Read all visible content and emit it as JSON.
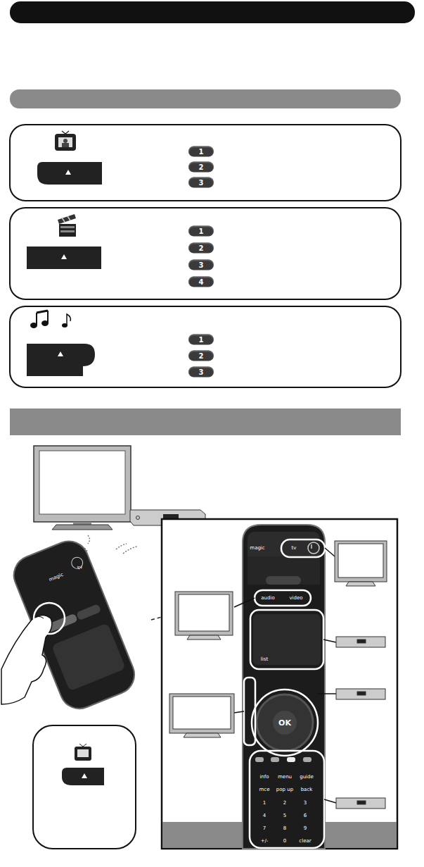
{
  "diagram": {
    "labels": [
      "1",
      "2",
      "3",
      "1",
      "2",
      "3",
      "4",
      "1",
      "2",
      "3",
      "magic",
      "tv",
      "audio",
      "video",
      "list",
      "OK",
      "info",
      "menu",
      "guide",
      "mce",
      "pop up",
      "back",
      "1",
      "2",
      "3",
      "4",
      "5",
      "6",
      "7",
      "8",
      "9",
      "+/-",
      "0",
      "clear",
      "magic",
      "tv"
    ]
  }
}
